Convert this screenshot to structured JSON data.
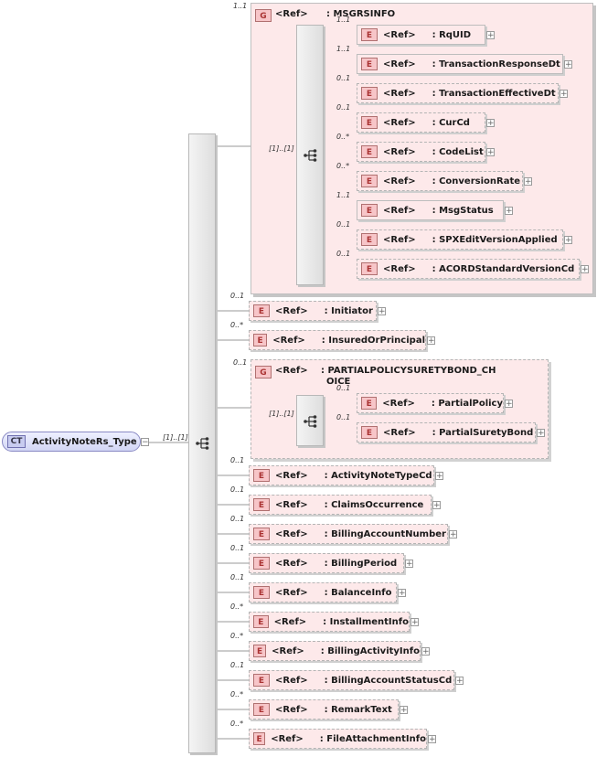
{
  "root": {
    "badge": "CT",
    "name": "ActivityNoteRs_Type",
    "card": "[1]..[1]"
  },
  "badges": {
    "group": "G",
    "element": "E"
  },
  "ref_label": "<Ref>",
  "msgrs_group": {
    "card": "1..1",
    "name": ": MSGRSINFO",
    "seq_card": "[1]..[1]",
    "items": [
      {
        "card": "1..1",
        "name": ": RqUID"
      },
      {
        "card": "1..1",
        "name": ": TransactionResponseDt"
      },
      {
        "card": "0..1",
        "name": ": TransactionEffectiveDt"
      },
      {
        "card": "0..1",
        "name": ": CurCd"
      },
      {
        "card": "0..*",
        "name": ": CodeList"
      },
      {
        "card": "0..*",
        "name": ": ConversionRate"
      },
      {
        "card": "1..1",
        "name": ": MsgStatus"
      },
      {
        "card": "0..1",
        "name": ": SPXEditVersionApplied"
      },
      {
        "card": "0..1",
        "name": ": ACORDStandardVersionCd"
      }
    ]
  },
  "top_items": [
    {
      "card": "0..1",
      "name": ": Initiator"
    },
    {
      "card": "0..*",
      "name": ": InsuredOrPrincipal"
    }
  ],
  "partial_group": {
    "card": "0..1",
    "name_line1": ": PARTIALPOLICYSURETYBOND_CH",
    "name_line2": "OICE",
    "seq_card": "[1]..[1]",
    "items": [
      {
        "card": "0..1",
        "name": ": PartialPolicy"
      },
      {
        "card": "0..1",
        "name": ": PartialSuretyBond"
      }
    ]
  },
  "bottom_items": [
    {
      "card": "0..1",
      "name": ": ActivityNoteTypeCd"
    },
    {
      "card": "0..1",
      "name": ": ClaimsOccurrence"
    },
    {
      "card": "0..1",
      "name": ": BillingAccountNumber"
    },
    {
      "card": "0..1",
      "name": ": BillingPeriod"
    },
    {
      "card": "0..1",
      "name": ": BalanceInfo"
    },
    {
      "card": "0..*",
      "name": ": InstallmentInfo"
    },
    {
      "card": "0..*",
      "name": ": BillingActivityInfo"
    },
    {
      "card": "0..1",
      "name": ": BillingAccountStatusCd"
    },
    {
      "card": "0..*",
      "name": ": RemarkText"
    },
    {
      "card": "0..*",
      "name": ": FileAttachmentInfo"
    }
  ]
}
